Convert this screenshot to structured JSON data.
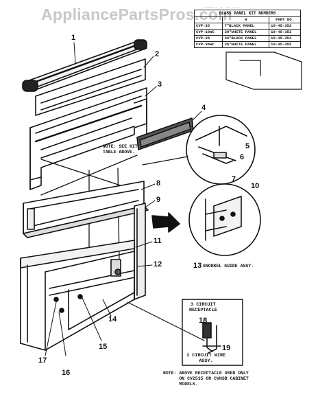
{
  "watermark": "AppliancePartsPros.com",
  "scan_text": "...... . .. ...",
  "table": {
    "title": "GLASS PANEL KIT NUMBERS",
    "headers": [
      "",
      "H",
      "PART NO."
    ],
    "rows": [
      [
        "CVP-35",
        "7\"BLACK PANEL",
        "19-45-352"
      ],
      [
        "CVP-10WC",
        "30\"WHITE PANEL",
        "19-45-353"
      ],
      [
        "CVP-36",
        "36\"BLACK PANEL",
        "19-45-354"
      ],
      [
        "CVP-36WC",
        "36\"WHITE PANEL",
        "19-45-355"
      ]
    ]
  },
  "callouts": [
    "1",
    "2",
    "3",
    "4",
    "5",
    "6",
    "7",
    "8",
    "9",
    "10",
    "11",
    "12",
    "13",
    "14",
    "15",
    "16",
    "17",
    "18",
    "19"
  ],
  "notes": {
    "kit": "NOTE: SEE KIT\nTABLE ABOVE.",
    "snorkel": "SNORKEL GUIDE ASSY.",
    "receptacle_title": "3 CIRCUIT\nRECEPTACLE",
    "wire_assy": "3 CIRCUIT WIRE\nASSY.",
    "bottom": "NOTE: ABOVE RECEPTACLE USED ONLY\n      ON CV2535 OR CVHSB CABINET\n      MODELS."
  },
  "colors": {
    "ink": "#111111",
    "paper": "#ffffff",
    "watermark": "#c8c8c8"
  }
}
